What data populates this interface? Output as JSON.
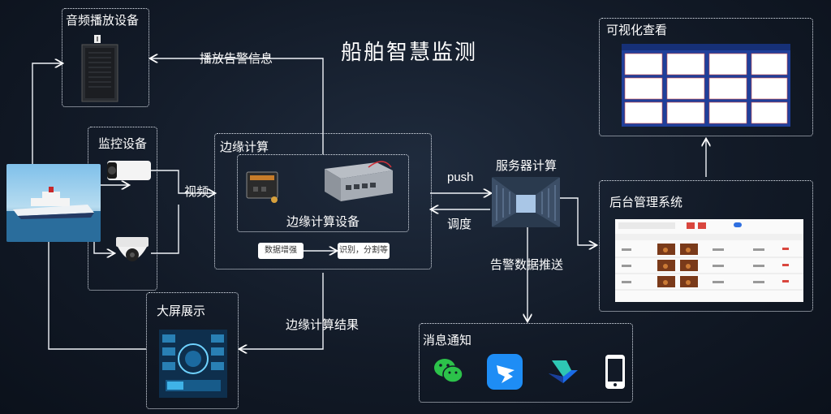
{
  "title": "船舶智慧监测",
  "nodes": {
    "audio_device": "音频播放设备",
    "monitor_device": "监控设备",
    "edge_compute": "边缘计算",
    "edge_device": "边缘计算设备",
    "server_compute": "服务器计算",
    "visual_view": "可视化查看",
    "backend_system": "后台管理系统",
    "big_screen": "大屏展示",
    "message_notify": "消息通知"
  },
  "edges": {
    "play_alarm": "播放告警信息",
    "video": "视频",
    "push": "push",
    "dispatch": "调度",
    "alarm_push": "告警数据推送",
    "edge_result": "边缘计算结果"
  },
  "pipeline": {
    "data_enhance": "数据增强",
    "recognize": "识别，分割等"
  },
  "notify_icons": [
    "wechat-icon",
    "dingtalk-icon",
    "feishu-icon",
    "phone-icon"
  ]
}
